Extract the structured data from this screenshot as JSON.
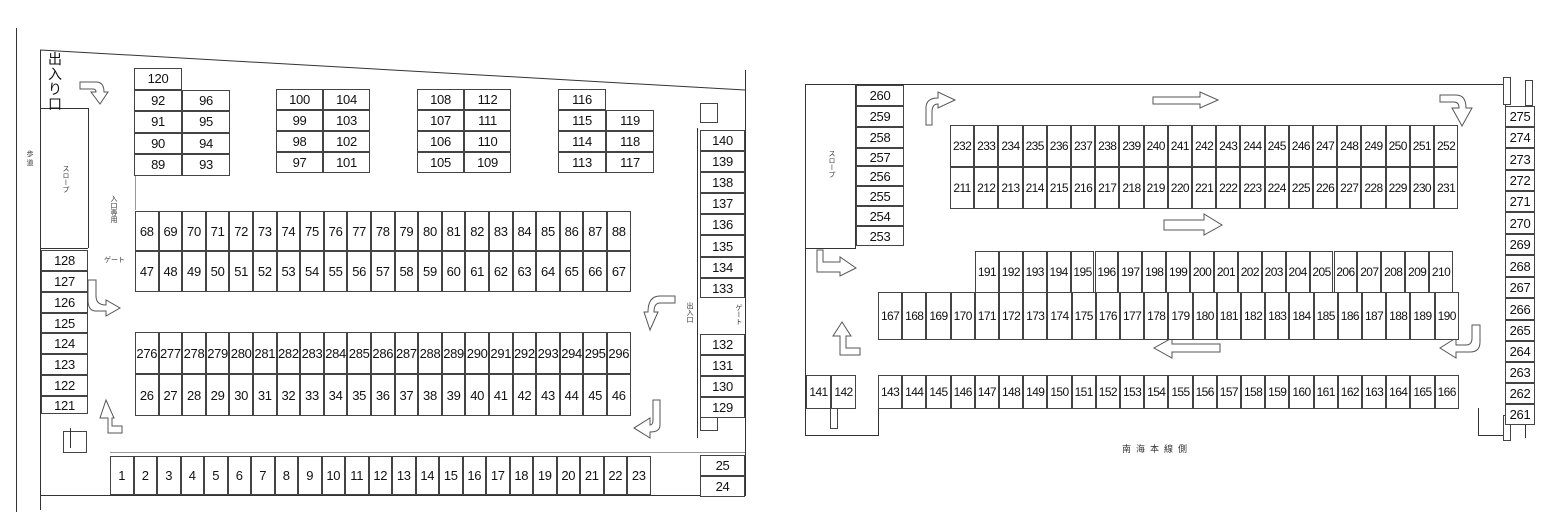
{
  "left_map": {
    "entrance_label": "出入り口",
    "sidewalk_label": "歩 道",
    "slope_label": "スロープ",
    "inbound_label": "入口専用",
    "gate_label": "ゲート",
    "exit_label": "出入口",
    "gate_label_right": "ゲート",
    "top_block_1": [
      [
        "120",
        ""
      ],
      [
        "92",
        "96"
      ],
      [
        "91",
        "95"
      ],
      [
        "90",
        "94"
      ],
      [
        "89",
        "93"
      ]
    ],
    "top_block_2": [
      [
        "100",
        "104"
      ],
      [
        "99",
        "103"
      ],
      [
        "98",
        "102"
      ],
      [
        "97",
        "101"
      ]
    ],
    "top_block_3": [
      [
        "108",
        "112"
      ],
      [
        "107",
        "111"
      ],
      [
        "106",
        "110"
      ],
      [
        "105",
        "109"
      ]
    ],
    "top_block_4": [
      [
        "116",
        ""
      ],
      [
        "115",
        "119"
      ],
      [
        "114",
        "118"
      ],
      [
        "113",
        "117"
      ]
    ],
    "row_68_88": [
      "68",
      "69",
      "70",
      "71",
      "72",
      "73",
      "74",
      "75",
      "76",
      "77",
      "78",
      "79",
      "80",
      "81",
      "82",
      "83",
      "84",
      "85",
      "86",
      "87",
      "88"
    ],
    "row_47_67": [
      "47",
      "48",
      "49",
      "50",
      "51",
      "52",
      "53",
      "54",
      "55",
      "56",
      "57",
      "58",
      "59",
      "60",
      "61",
      "62",
      "63",
      "64",
      "65",
      "66",
      "67"
    ],
    "row_276_296": [
      "276",
      "277",
      "278",
      "279",
      "280",
      "281",
      "282",
      "283",
      "284",
      "285",
      "286",
      "287",
      "288",
      "289",
      "290",
      "291",
      "292",
      "293",
      "294",
      "295",
      "296"
    ],
    "row_26_46": [
      "26",
      "27",
      "28",
      "29",
      "30",
      "31",
      "32",
      "33",
      "34",
      "35",
      "36",
      "37",
      "38",
      "39",
      "40",
      "41",
      "42",
      "43",
      "44",
      "45",
      "46"
    ],
    "row_1_23": [
      "1",
      "2",
      "3",
      "4",
      "5",
      "6",
      "7",
      "8",
      "9",
      "10",
      "11",
      "12",
      "13",
      "14",
      "15",
      "16",
      "17",
      "18",
      "19",
      "20",
      "21",
      "22",
      "23"
    ],
    "left_column": [
      "128",
      "127",
      "126",
      "125",
      "124",
      "123",
      "122",
      "121"
    ],
    "right_column_top": [
      "140",
      "139",
      "138",
      "137",
      "136",
      "135",
      "134",
      "133"
    ],
    "right_column_bottom": [
      "132",
      "131",
      "130",
      "129"
    ],
    "right_bottom_pair": [
      "25",
      "24"
    ]
  },
  "right_map": {
    "slope_label": "スロープ",
    "caption": "南海本線側",
    "left_column": [
      "260",
      "259",
      "258",
      "257",
      "256",
      "255",
      "254",
      "253"
    ],
    "row_232_252": [
      "232",
      "233",
      "234",
      "235",
      "236",
      "237",
      "238",
      "239",
      "240",
      "241",
      "242",
      "243",
      "244",
      "245",
      "246",
      "247",
      "248",
      "249",
      "250",
      "251",
      "252"
    ],
    "row_211_231": [
      "211",
      "212",
      "213",
      "214",
      "215",
      "216",
      "217",
      "218",
      "219",
      "220",
      "221",
      "222",
      "223",
      "224",
      "225",
      "226",
      "227",
      "228",
      "229",
      "230",
      "231"
    ],
    "row_191_210": [
      "191",
      "192",
      "193",
      "194",
      "195",
      "196",
      "197",
      "198",
      "199",
      "200",
      "201",
      "202",
      "203",
      "204",
      "205",
      "206",
      "207",
      "208",
      "209",
      "210"
    ],
    "row_167_190": [
      "167",
      "168",
      "169",
      "170",
      "171",
      "172",
      "173",
      "174",
      "175",
      "176",
      "177",
      "178",
      "179",
      "180",
      "181",
      "182",
      "183",
      "184",
      "185",
      "186",
      "187",
      "188",
      "189",
      "190"
    ],
    "pair_141_142": [
      "141",
      "142"
    ],
    "row_143_166": [
      "143",
      "144",
      "145",
      "146",
      "147",
      "148",
      "149",
      "150",
      "151",
      "152",
      "153",
      "154",
      "155",
      "156",
      "157",
      "158",
      "159",
      "160",
      "161",
      "162",
      "163",
      "164",
      "165",
      "166"
    ],
    "right_column": [
      "275",
      "274",
      "273",
      "272",
      "271",
      "270",
      "269",
      "268",
      "267",
      "266",
      "265",
      "264",
      "263",
      "262",
      "261"
    ]
  }
}
